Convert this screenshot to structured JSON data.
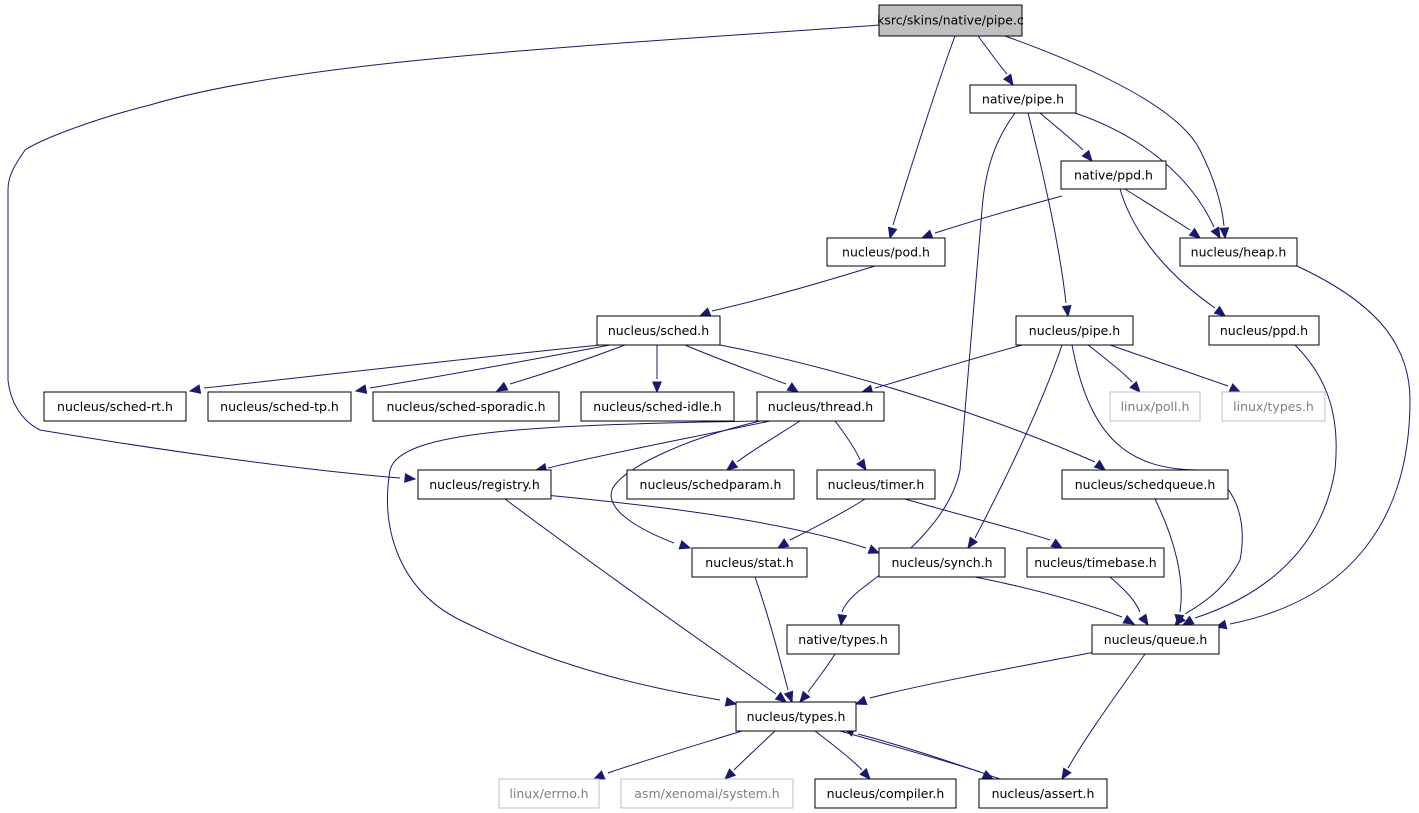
{
  "graph": {
    "nodes": {
      "root": "ksrc/skins/native/pipe.c",
      "native_pipe": "native/pipe.h",
      "native_ppd": "native/ppd.h",
      "nucleus_heap": "nucleus/heap.h",
      "nucleus_pod": "nucleus/pod.h",
      "nucleus_sched": "nucleus/sched.h",
      "nucleus_pipe": "nucleus/pipe.h",
      "nucleus_ppd": "nucleus/ppd.h",
      "sched_rt": "nucleus/sched-rt.h",
      "sched_tp": "nucleus/sched-tp.h",
      "sched_sporadic": "nucleus/sched-sporadic.h",
      "sched_idle": "nucleus/sched-idle.h",
      "nucleus_thread": "nucleus/thread.h",
      "linux_poll": "linux/poll.h",
      "linux_types": "linux/types.h",
      "nucleus_registry": "nucleus/registry.h",
      "nucleus_schedparam": "nucleus/schedparam.h",
      "nucleus_timer": "nucleus/timer.h",
      "nucleus_schedqueue": "nucleus/schedqueue.h",
      "nucleus_stat": "nucleus/stat.h",
      "nucleus_synch": "nucleus/synch.h",
      "nucleus_timebase": "nucleus/timebase.h",
      "native_types": "native/types.h",
      "nucleus_queue": "nucleus/queue.h",
      "nucleus_types": "nucleus/types.h",
      "linux_errno": "linux/errno.h",
      "asm_system": "asm/xenomai/system.h",
      "nucleus_compiler": "nucleus/compiler.h",
      "nucleus_assert": "nucleus/assert.h"
    }
  }
}
